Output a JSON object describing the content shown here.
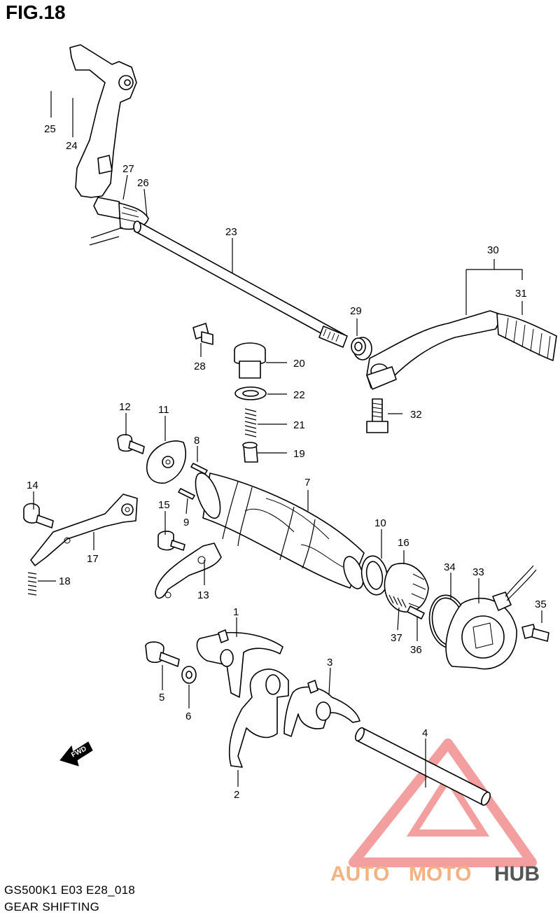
{
  "figure": {
    "title": "FIG.18"
  },
  "footer": {
    "model": "GS500K1 E03 E28_018",
    "section": "GEAR SHIFTING"
  },
  "fwd_label": "FWD",
  "callouts": [
    "1",
    "2",
    "3",
    "4",
    "5",
    "6",
    "7",
    "8",
    "9",
    "10",
    "11",
    "12",
    "13",
    "14",
    "15",
    "16",
    "17",
    "18",
    "19",
    "20",
    "21",
    "22",
    "23",
    "24",
    "25",
    "26",
    "27",
    "28",
    "29",
    "30",
    "31",
    "32",
    "33",
    "34",
    "35",
    "36",
    "37"
  ],
  "watermark": {
    "part1": "AUTO",
    "part2": "MOTO",
    "part3": "HUB",
    "color1": "#f4b183",
    "color2": "#f4b183",
    "color3": "#555555",
    "triangle_color": "#f08080"
  }
}
